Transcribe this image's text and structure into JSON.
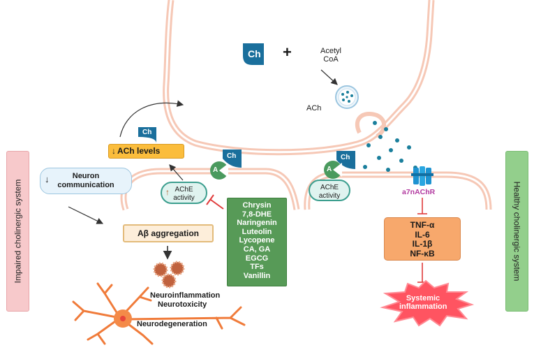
{
  "side_panels": {
    "left": "Impaired cholinergic system",
    "right": "Healthy cholinergic system"
  },
  "synapse": {
    "ch_main": "Ch",
    "plus": "+",
    "acetyl_coa": [
      "Acetyl",
      "CoA"
    ],
    "ach_vesicle_label": "ACh",
    "receptor_label": "a7nAChR"
  },
  "impaired": {
    "ch_badge": "Ch",
    "ach_levels": "ACh levels",
    "ach_levels_arrow": "↓",
    "neuron_comm_arrow": "↓",
    "neuron_comm": [
      "Neuron",
      "communication"
    ],
    "ache_badge_ch": "Ch",
    "ache_badge_a": "A",
    "ache_activity_arrow": "↑",
    "ache_activity": [
      "AChE",
      "activity"
    ],
    "abeta": "Aβ aggregation",
    "outcome_1": "Neuroinflammation",
    "outcome_2": "Neurotoxicity",
    "outcome_3": "Neurodegeneration"
  },
  "compounds": [
    "Chrysin",
    "7,8-DHE",
    "Naringenin",
    "Luteolin",
    "Lycopene",
    "CA, GA",
    "EGCG",
    "TFs",
    "Vanillin"
  ],
  "healthy": {
    "ache_badge_ch": "Ch",
    "ache_badge_a": "A",
    "ache_activity": [
      "AChE",
      "activity"
    ],
    "cytokines": [
      "TNF-α",
      "IL-6",
      "IL-1β",
      "NF-κB"
    ],
    "systemic": [
      "Systemic",
      "inflammation"
    ]
  },
  "colors": {
    "badge_blue": "#1a6f9c",
    "enzyme_green": "#4a9a5e",
    "membrane": "#f6c8b6",
    "inhibit_red": "#e03a3a",
    "receptor_blue": "#1e93d1",
    "neuron_orange": "#f07b3a"
  }
}
